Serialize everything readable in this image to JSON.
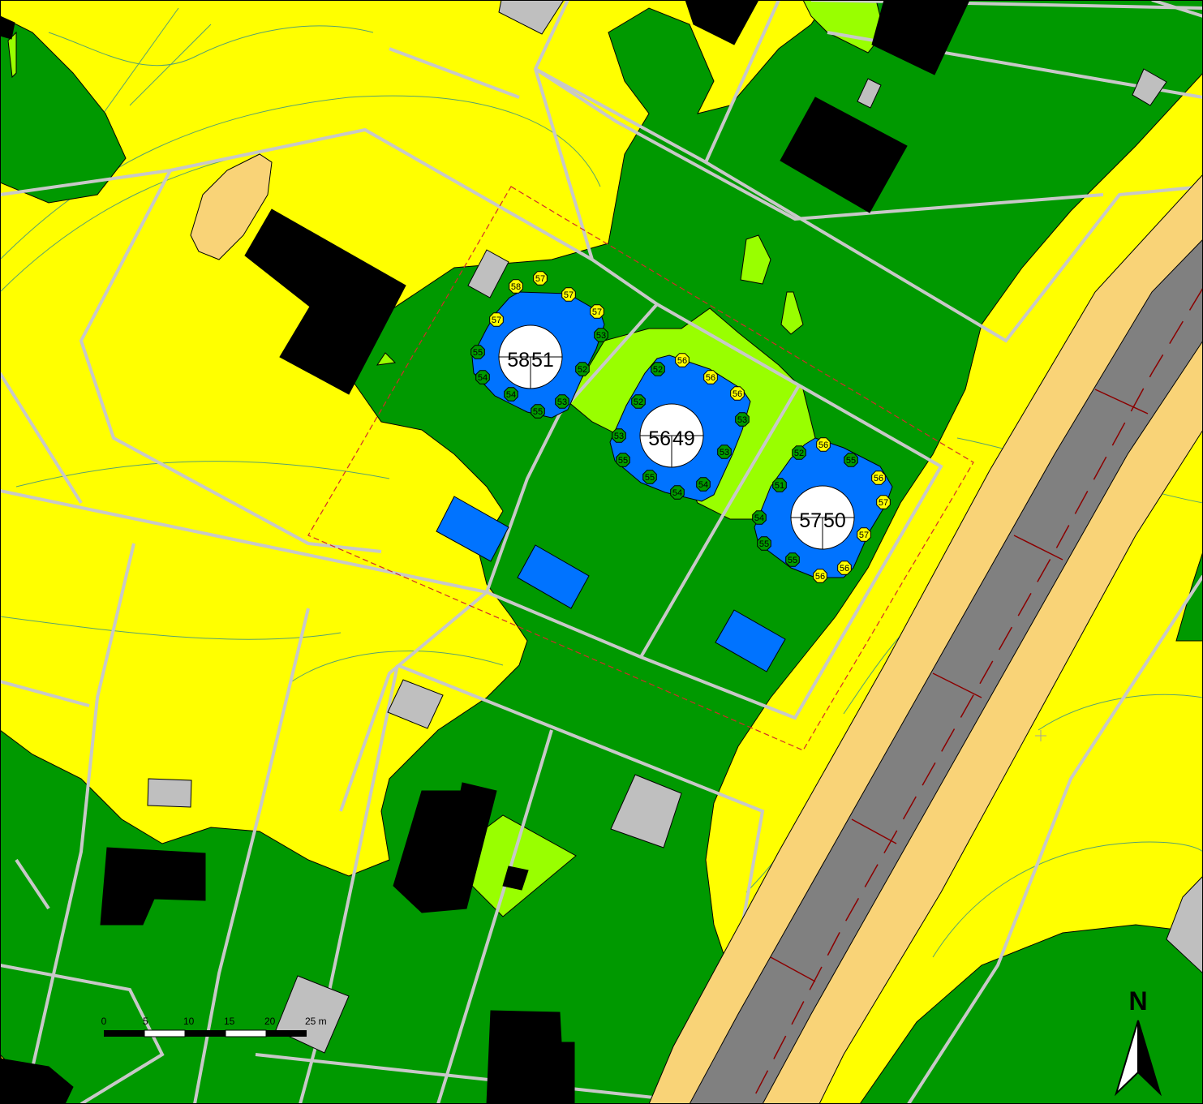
{
  "colors": {
    "open_land": "#ffff00",
    "forest": "#009900",
    "light_vegetation": "#99ff00",
    "building": "#000000",
    "outbuilding": "#bfbfbf",
    "water_or_pool": "#0073ff",
    "road_shoulder": "#f9d377",
    "road_surface": "#808080",
    "road_marking": "#8b0000",
    "parcel_line": "#c8c8c8",
    "contour_line": "#2e8b8b",
    "study_boundary": "#d22a2a",
    "point_marker_yellow": "#ffff00",
    "point_marker_green": "#009900"
  },
  "sites": [
    {
      "label_left": "58",
      "label_right": "51",
      "markers": [
        {
          "value": "57",
          "type": "yellow"
        },
        {
          "value": "58",
          "type": "yellow"
        },
        {
          "value": "57",
          "type": "yellow"
        },
        {
          "value": "57",
          "type": "yellow"
        },
        {
          "value": "57",
          "type": "yellow"
        },
        {
          "value": "53",
          "type": "green"
        },
        {
          "value": "52",
          "type": "green"
        },
        {
          "value": "53",
          "type": "green"
        },
        {
          "value": "55",
          "type": "green"
        },
        {
          "value": "54",
          "type": "green"
        },
        {
          "value": "54",
          "type": "green"
        },
        {
          "value": "55",
          "type": "green"
        }
      ]
    },
    {
      "label_left": "56",
      "label_right": "49",
      "markers": [
        {
          "value": "56",
          "type": "yellow"
        },
        {
          "value": "52",
          "type": "green"
        },
        {
          "value": "56",
          "type": "yellow"
        },
        {
          "value": "56",
          "type": "yellow"
        },
        {
          "value": "52",
          "type": "green"
        },
        {
          "value": "53",
          "type": "green"
        },
        {
          "value": "53",
          "type": "green"
        },
        {
          "value": "54",
          "type": "green"
        },
        {
          "value": "54",
          "type": "green"
        },
        {
          "value": "53",
          "type": "green"
        },
        {
          "value": "55",
          "type": "green"
        },
        {
          "value": "55",
          "type": "green"
        }
      ]
    },
    {
      "label_left": "57",
      "label_right": "50",
      "markers": [
        {
          "value": "56",
          "type": "yellow"
        },
        {
          "value": "52",
          "type": "green"
        },
        {
          "value": "55",
          "type": "green"
        },
        {
          "value": "56",
          "type": "yellow"
        },
        {
          "value": "51",
          "type": "green"
        },
        {
          "value": "57",
          "type": "yellow"
        },
        {
          "value": "54",
          "type": "green"
        },
        {
          "value": "57",
          "type": "yellow"
        },
        {
          "value": "55",
          "type": "green"
        },
        {
          "value": "55",
          "type": "green"
        },
        {
          "value": "56",
          "type": "yellow"
        },
        {
          "value": "56",
          "type": "yellow"
        }
      ]
    }
  ],
  "scale_bar": {
    "ticks": [
      "0",
      "5",
      "10",
      "15",
      "20",
      "25 m"
    ]
  },
  "north_arrow": {
    "label": "N",
    "icon": "north-arrow-icon"
  }
}
